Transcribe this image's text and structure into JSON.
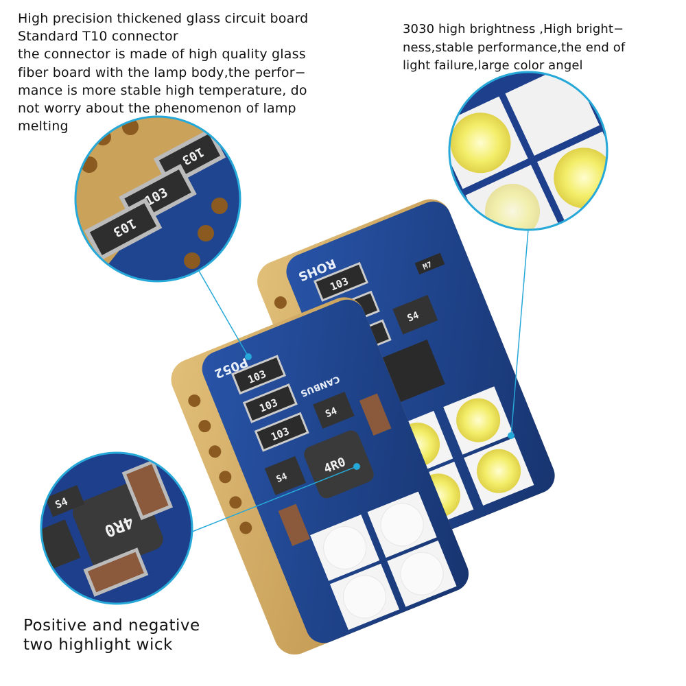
{
  "captions": {
    "top_left": "High precision thickened glass circuit board\nStandard T10 connector\nthe connector is made of high quality glass\nfiber board with the lamp body,the perfor−\nmance is more stable high temperature, do\nnot worry about the phenomenon of lamp\nmelting",
    "top_right": "3030 high brightness ,High bright−\nness,stable performance,the end of\nlight failure,large color angel",
    "bottom_left": "Positive and negative\ntwo highlight wick"
  },
  "pcb_markings": {
    "resistor_code": "103",
    "diode_code": "S4",
    "inductor_code": "4R0",
    "board_left_label": "P052",
    "board_right_label": "ROHS",
    "canbus_label": "CANBUS",
    "small_part_label": "M7"
  },
  "colors": {
    "board_blue": "#1d3f8c",
    "gold_pad": "#caa25a",
    "led_yellow": "#f3ee6a",
    "callout_line": "#26a8d8"
  }
}
